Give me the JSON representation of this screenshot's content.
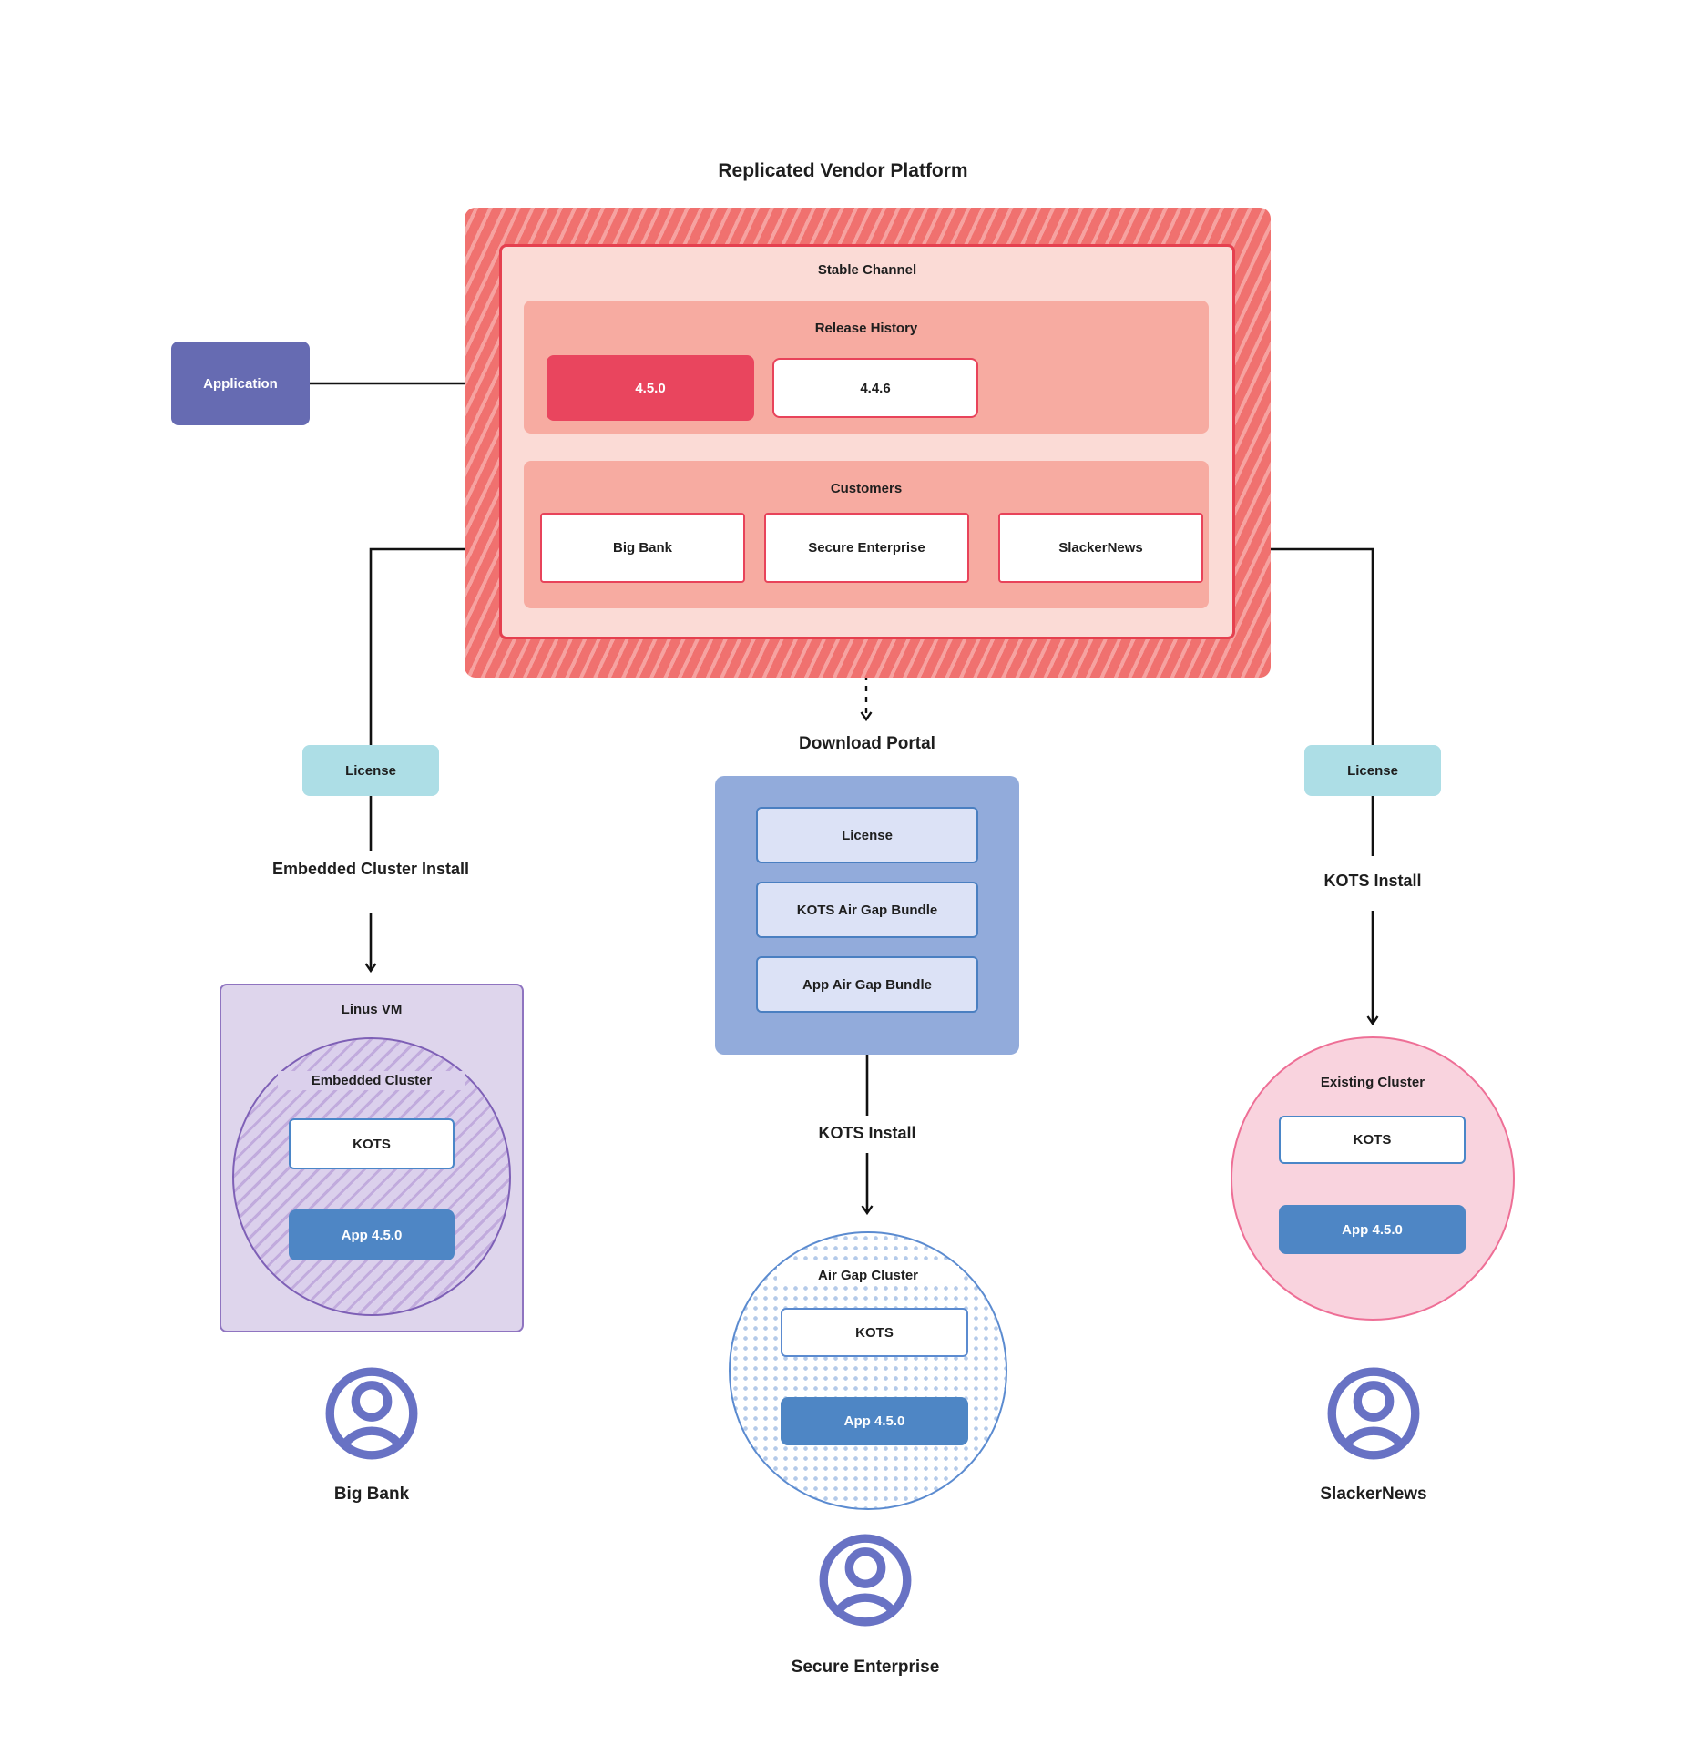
{
  "title": "Replicated Vendor Platform",
  "platform": {
    "stable_channel_label": "Stable Channel",
    "release_history": {
      "label": "Release History",
      "releases": [
        {
          "version": "4.5.0",
          "highlighted": true
        },
        {
          "version": "4.4.6",
          "highlighted": false
        }
      ]
    },
    "customers": {
      "label": "Customers",
      "items": [
        {
          "name": "Big Bank"
        },
        {
          "name": "Secure Enterprise"
        },
        {
          "name": "SlackerNews"
        }
      ]
    }
  },
  "application_label": "Application",
  "download_portal": {
    "title": "Download Portal",
    "items": [
      {
        "label": "License"
      },
      {
        "label": "KOTS Air Gap Bundle"
      },
      {
        "label": "App Air Gap Bundle"
      }
    ]
  },
  "left_flow": {
    "license_label": "License",
    "install_label": "Embedded Cluster Install",
    "vm_label": "Linus VM",
    "cluster_label": "Embedded Cluster",
    "kots_label": "KOTS",
    "app_label": "App 4.5.0",
    "user_label": "Big Bank"
  },
  "middle_flow": {
    "install_label": "KOTS Install",
    "cluster_label": "Air Gap Cluster",
    "kots_label": "KOTS",
    "app_label": "App 4.5.0",
    "user_label": "Secure Enterprise"
  },
  "right_flow": {
    "license_label": "License",
    "install_label": "KOTS Install",
    "cluster_label": "Existing Cluster",
    "kots_label": "KOTS",
    "app_label": "App 4.5.0",
    "user_label": "SlackerNews"
  },
  "colors": {
    "hatch_red_base": "#f0716f",
    "hatch_red_stripe": "#f6a2a0",
    "stable_channel_fill": "#fbdbd6",
    "section_salmon": "#f7aba1",
    "release_highlight": "#e9455e",
    "red_border": "#e8435a",
    "application_purple": "#666bb2",
    "license_teal": "#addee6",
    "portal_blue": "#92abdb",
    "portal_item_fill": "#dce2f6",
    "app_blue": "#4e86c5",
    "kots_border_blue": "#4a86c8",
    "vm_lavender": "#ded5ec",
    "vm_border_purple": "#8f74c0",
    "existing_pink_fill": "#f9d3de",
    "existing_pink_border": "#ee6f96",
    "airgap_dot_blue": "#b4cae9",
    "user_icon_purple": "#6872c4"
  }
}
